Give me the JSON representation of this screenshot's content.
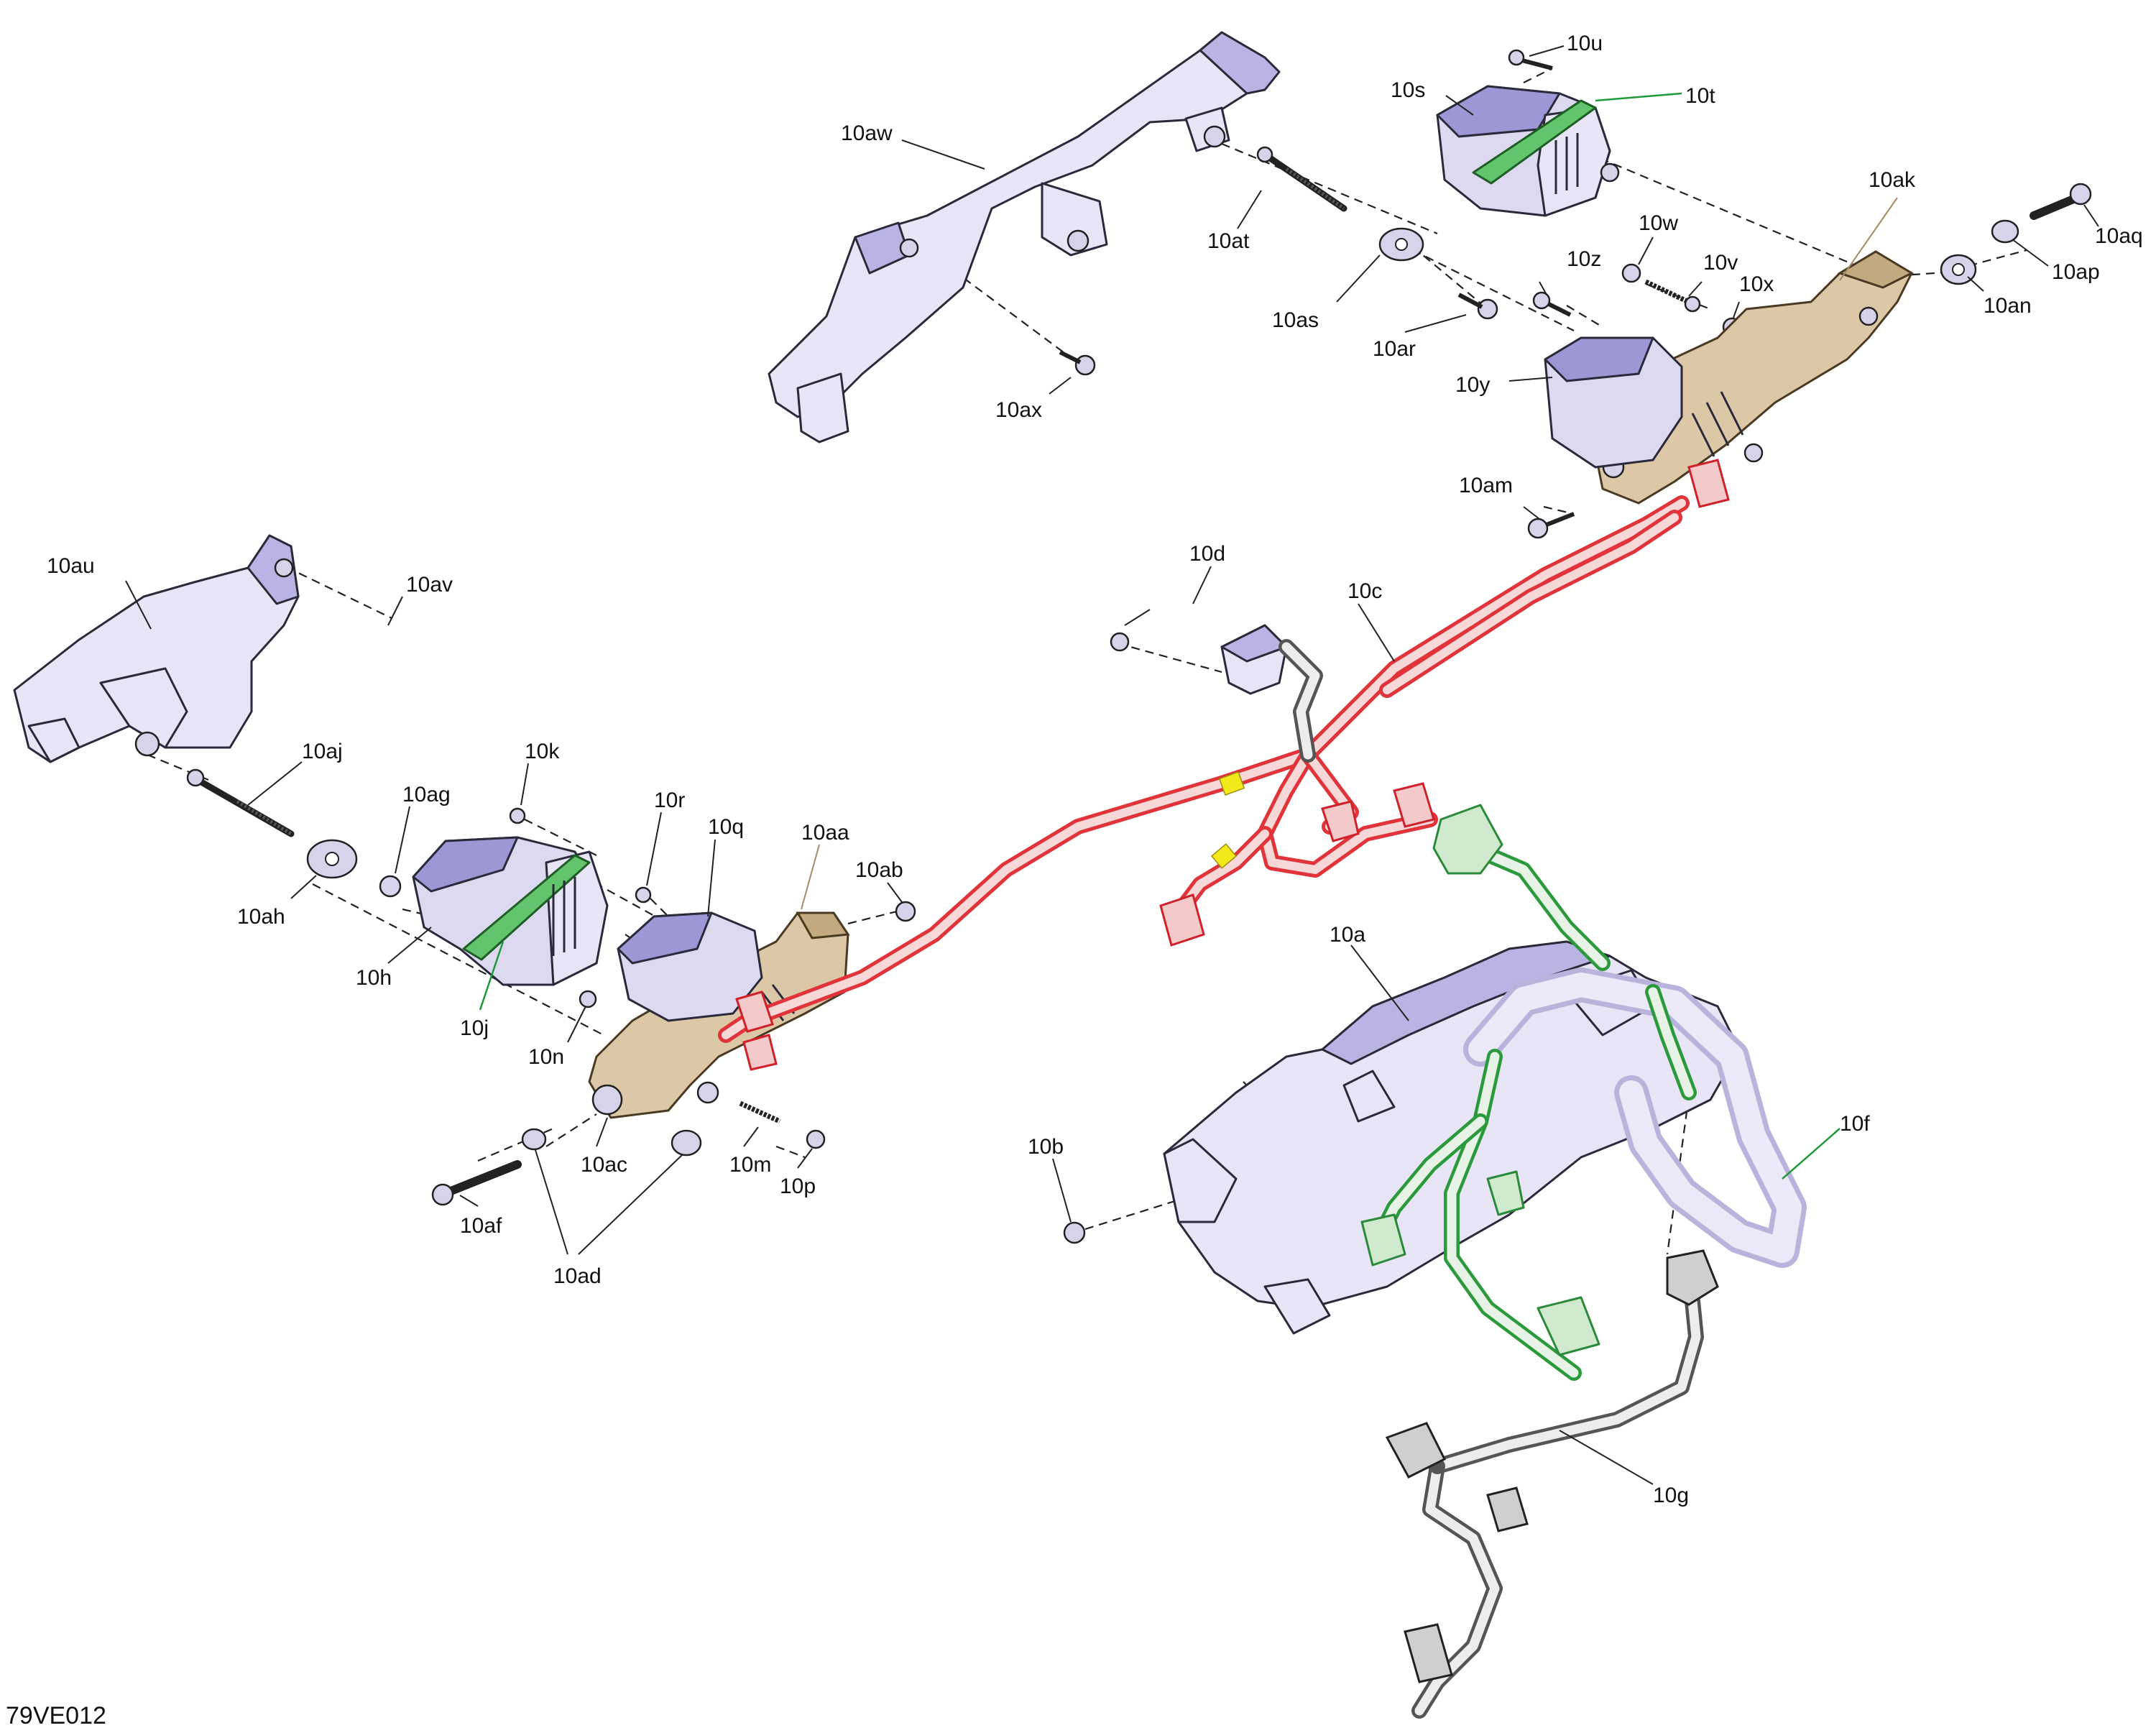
{
  "figure_code": "79VE012",
  "labels": {
    "l10a": "10a",
    "l10b": "10b",
    "l10c": "10c",
    "l10d": "10d",
    "l10f": "10f",
    "l10g": "10g",
    "l10h": "10h",
    "l10j": "10j",
    "l10k": "10k",
    "l10m": "10m",
    "l10n": "10n",
    "l10p": "10p",
    "l10q": "10q",
    "l10r": "10r",
    "l10s": "10s",
    "l10t": "10t",
    "l10u": "10u",
    "l10v": "10v",
    "l10w": "10w",
    "l10x": "10x",
    "l10y": "10y",
    "l10z": "10z",
    "l10aa": "10aa",
    "l10ab": "10ab",
    "l10ac": "10ac",
    "l10ad": "10ad",
    "l10af": "10af",
    "l10ag": "10ag",
    "l10ah": "10ah",
    "l10aj": "10aj",
    "l10ak": "10ak",
    "l10am": "10am",
    "l10an": "10an",
    "l10ap": "10ap",
    "l10aq": "10aq",
    "l10ar": "10ar",
    "l10as": "10as",
    "l10at": "10at",
    "l10au": "10au",
    "l10av": "10av",
    "l10aw": "10aw",
    "l10ax": "10ax"
  },
  "colors": {
    "wire_harness": "#e0343a",
    "harness_10f": "#2b9a3c",
    "bracket": "#dcc7a6",
    "housing": "#e8e6f6",
    "motor": "#9d97d6",
    "clip": "#62c46c",
    "tape": "#f2e81a"
  }
}
